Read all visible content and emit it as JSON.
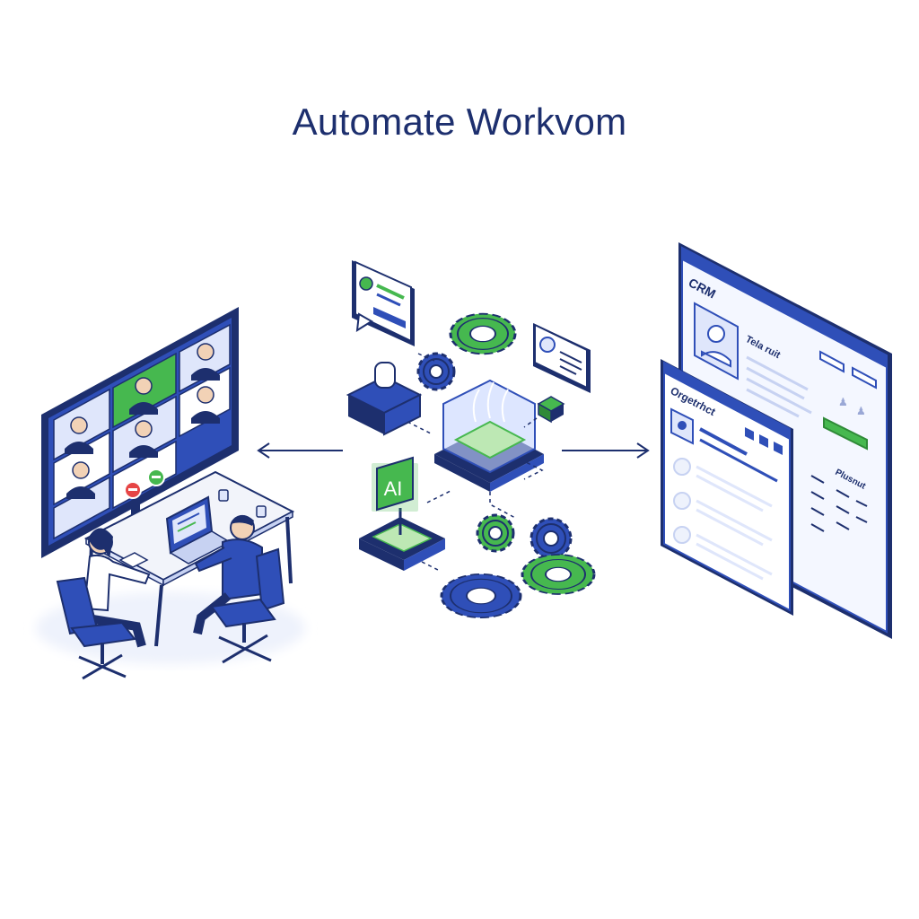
{
  "title": "Automate Workvom",
  "ai_label": "AI",
  "crm": {
    "window_title": "CRM",
    "profile_label": "Tela ruit",
    "sub_window_title": "Orgetrhct",
    "column_label": "Plusnut"
  },
  "colors": {
    "navy": "#1d2f6e",
    "blue": "#2f4fb8",
    "light_blue": "#dfe6fb",
    "green": "#46b84f",
    "light_green": "#bde8b4"
  }
}
